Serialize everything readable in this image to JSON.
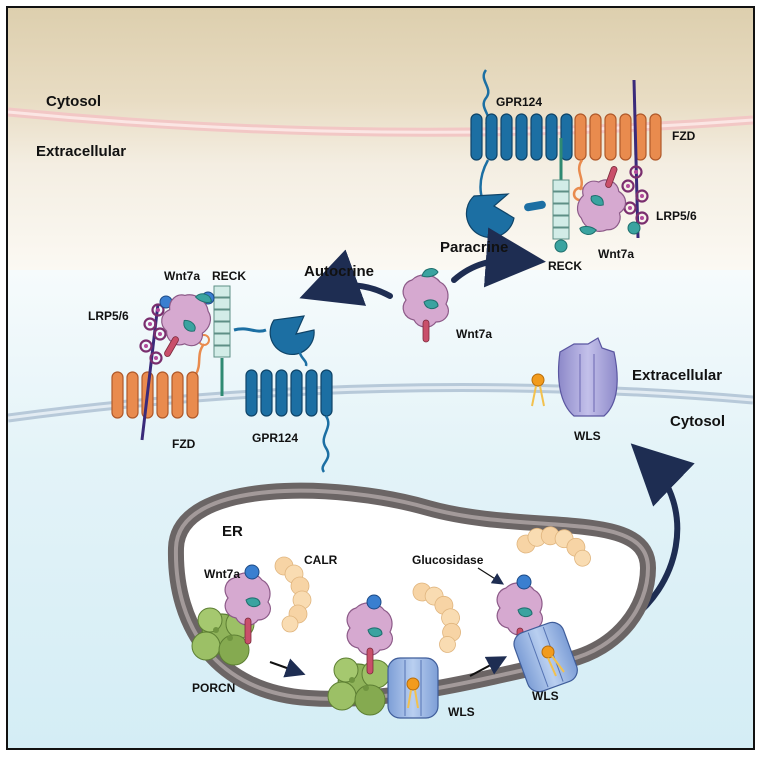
{
  "regions": {
    "top_cytosol": "Cytosol",
    "top_extracellular": "Extracellular",
    "bottom_extracellular": "Extracellular",
    "bottom_cytosol": "Cytosol",
    "er": "ER"
  },
  "pathways": {
    "paracrine": "Paracrine",
    "autocrine": "Autocrine"
  },
  "molecules": {
    "gpr124_top": "GPR124",
    "fzd_top": "FZD",
    "lrp_top": "LRP5/6",
    "wnt_top": "Wnt7a",
    "reck_top": "RECK",
    "wnt_free": "Wnt7a",
    "wnt_left": "Wnt7a",
    "reck_left": "RECK",
    "lrp_left": "LRP5/6",
    "fzd_left": "FZD",
    "gpr124_left": "GPR124",
    "wls_membrane": "WLS",
    "wnt_er": "Wnt7a",
    "calr": "CALR",
    "glucosidase": "Glucosidase",
    "porcn": "PORCN",
    "wls_er_mid": "WLS",
    "wls_er_right": "WLS"
  },
  "colors": {
    "cytosol_top": "#e3d6b8",
    "cell_bottom": "#def1f8",
    "fzd": "#e98b4e",
    "gpr124": "#1c6fa3",
    "reck": "#d2ece7",
    "wnt": "#d5a8cf",
    "lrp": "#7a2e6e",
    "porcn": "#8fb35a",
    "calr": "#f6d2a3",
    "wls": "#a8a4d8",
    "er_membrane": "#6b6565",
    "arrow": "#1e2d52"
  }
}
